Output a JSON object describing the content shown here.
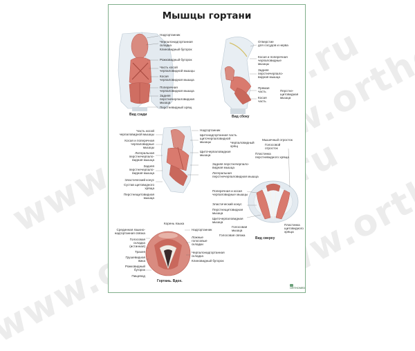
{
  "poster": {
    "title": "Мышцы гортани",
    "watermark": "www.orthomed.ru",
    "colors": {
      "muscle": "#d97a6e",
      "muscle_dark": "#b8584e",
      "cartilage": "#e8eef3",
      "cartilage_shade": "#c7d3dc",
      "border": "#7fae8a"
    }
  },
  "panels": {
    "back": {
      "caption": "Вид сзади",
      "labels": [
        "Надгортанник",
        "Черпалонадгортанная",
        "складка",
        "Клиновидный бугорок",
        "Рожковидный бугорок",
        "Часть косой",
        "черпаловидной мышцы",
        "Косая",
        "черпаловидная мышца",
        "Поперечная",
        "черпаловидная мышца",
        "Задняя",
        "перстнечерпаловидная",
        "мышца",
        "Перстневидный хрящ"
      ]
    },
    "side": {
      "caption": "Вид сбоку",
      "labels": [
        "Отверстие",
        "для сосудов и нерва",
        "Косая и поперечная",
        "черпаловидные",
        "мышцы",
        "Задняя",
        "перстнечерпало-",
        "видная мышца",
        "Прямая",
        "часть",
        "Косая",
        "часть",
        "Перстне-",
        "щитовидная",
        "мышца"
      ]
    },
    "lateral": {
      "labels_left": [
        "Часть косой",
        "черпаловидной мышцы",
        "Косая и поперечная",
        "черпаловидные",
        "мышцы",
        "Латеральная",
        "перстнечерпало-",
        "видная мышца",
        "Задняя",
        "перстнечерпало-",
        "видная мышца",
        "Эластический конус",
        "Сустав щитовидного",
        "хряща",
        "Перстнещитовидная",
        "мышца"
      ],
      "labels_right": [
        "Надгортанник",
        "Щитонадгортанная часть",
        "щиточерпаловидной",
        "мышцы",
        "Черпаловидный",
        "хрящ",
        "Щиточерпаловидная",
        "мышца",
        "Задняя перстнечерпало-",
        "видная мышца",
        "Латеральная",
        "перстнечерпаловидная мышца"
      ]
    },
    "top": {
      "caption": "Вид сверху",
      "labels_right": [
        "Мышечный отросток",
        "Голосовой",
        "отросток",
        "Пластинка",
        "перстневидного хряща",
        "Пластинка",
        "щитовидного",
        "хряща"
      ],
      "labels_left": [
        "Поперечная и косая",
        "черпаловидные мышцы",
        "Эластический конус",
        "Перстнещитовидная",
        "мышца",
        "Щиточерпаловидная",
        "мышца",
        "Голосовая",
        "мышца",
        "Голосовая связка"
      ]
    },
    "laryngoscopy": {
      "caption": "Гортань. Вдох.",
      "top_label": "Корень языка",
      "labels_left": [
        "Срединная языкно-",
        "надгортанная связка",
        "Голосовая",
        "складка",
        "(истинная)",
        "Трахея",
        "Грушевидная",
        "ямка",
        "Рожковидный",
        "бугорок",
        "Пищевод"
      ],
      "labels_right": [
        "Надгортанник",
        "Ложные",
        "голосовые",
        "складки",
        "Черпалонадгортанная",
        "складка",
        "Клиновидный бугорок"
      ]
    }
  },
  "footer": {
    "logo_text": "ORTHOMED"
  }
}
